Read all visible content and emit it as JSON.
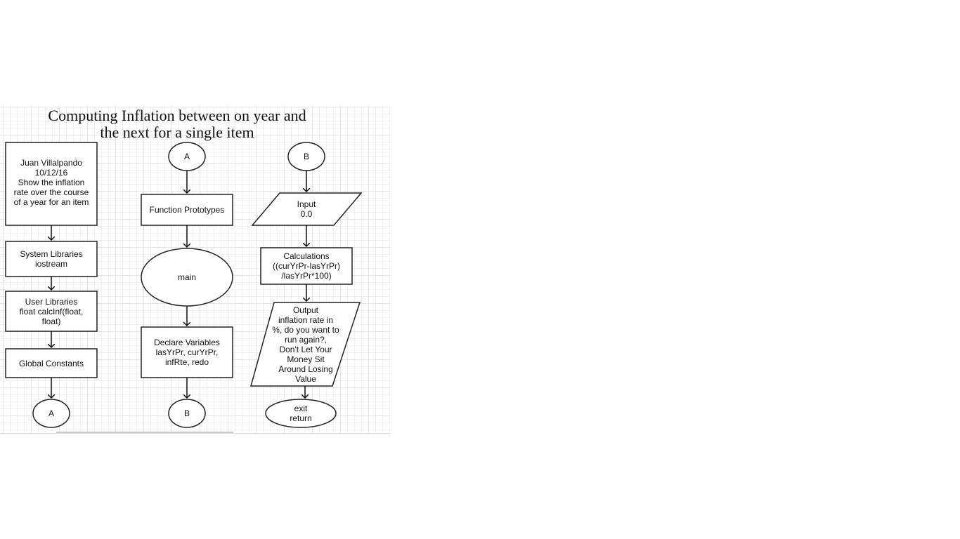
{
  "diagram": {
    "title": "Computing Inflation between on year and\nthe next for a single item",
    "column1": {
      "header_box": "Juan Villalpando\n10/12/16\nShow the inflation\nrate over the course\nof a year for an item",
      "system_libraries": "System Libraries\niostream",
      "user_libraries": "User Libraries\nfloat calcInf(float,\nfloat)",
      "global_constants": "Global Constants",
      "connector_a": "A"
    },
    "column2": {
      "connector_a": "A",
      "function_prototypes": "Function Prototypes",
      "main": "main",
      "declare_variables": "Declare Variables\nlasYrPr, curYrPr,\ninfRte, redo",
      "connector_b": "B"
    },
    "column3": {
      "connector_b": "B",
      "input": "Input\n0.0",
      "calculations": "Calculations\n((curYrPr-lasYrPr)\n/lasYrPr*100)",
      "output": "Output\ninflation rate in\n%, do you want to\nrun again?,\nDon't Let Your\nMoney Sit\nAround Losing\nValue",
      "exit": "exit\nreturn"
    }
  }
}
